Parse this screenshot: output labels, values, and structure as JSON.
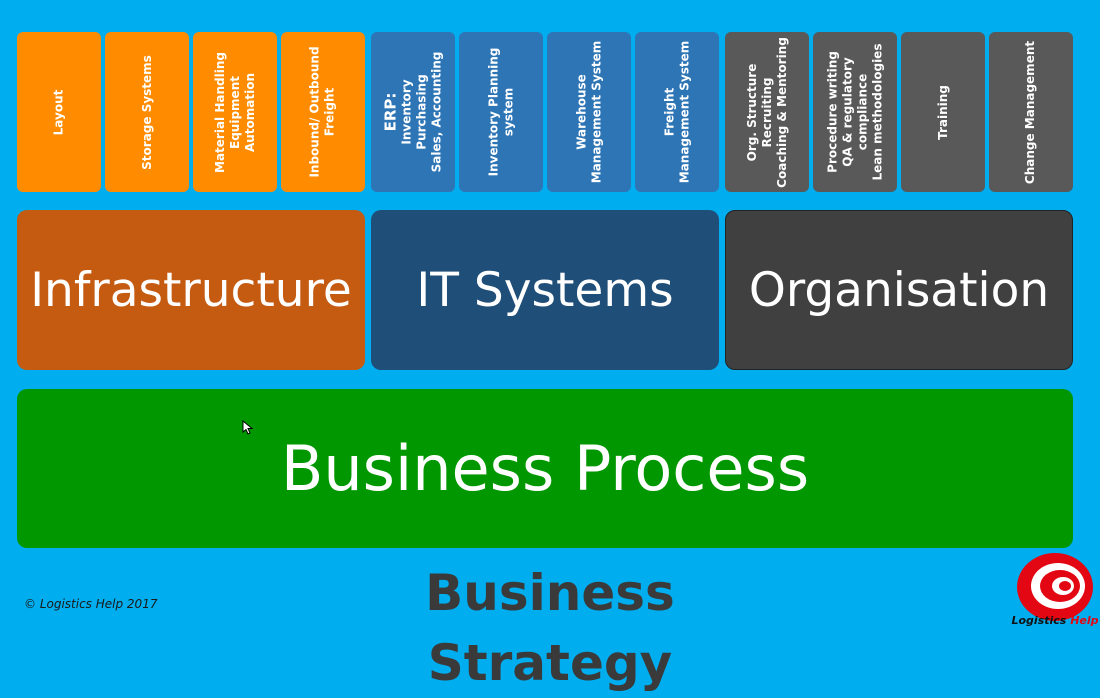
{
  "tiles": [
    {
      "lines": [
        "Layout"
      ]
    },
    {
      "lines": [
        "Storage Systems"
      ]
    },
    {
      "lines": [
        "Material Handling",
        "Equipment",
        "Automation"
      ]
    },
    {
      "lines": [
        "Inbound/ Outbound",
        "Freight"
      ]
    },
    {
      "lines": [
        "ERP:",
        "Inventory",
        "Purchasing",
        "Sales, Accounting"
      ]
    },
    {
      "lines": [
        "Inventory Planning",
        "system"
      ]
    },
    {
      "lines": [
        "Warehouse",
        "Management System"
      ]
    },
    {
      "lines": [
        "Freight",
        "Management System"
      ]
    },
    {
      "lines": [
        "Org. Structure",
        "Recruiting",
        "Coaching & Mentoring"
      ]
    },
    {
      "lines": [
        "Procedure writing",
        "QA & regulatory",
        "compliance",
        "Lean methodologies"
      ]
    },
    {
      "lines": [
        "Training"
      ]
    },
    {
      "lines": [
        "Change Management"
      ]
    }
  ],
  "pillars": {
    "infrastructure": "Infrastructure",
    "it_systems": "IT Systems",
    "organisation": "Organisation"
  },
  "foundation": "Business Process",
  "strategy": "Business Strategy",
  "copyright": "© Logistics Help 2017",
  "logo": {
    "name": "Logistics",
    "accent": "Help",
    "icon": "logo-swirl-icon"
  },
  "colors": {
    "background": "#00adef",
    "infrastructure": "#c55a11",
    "it_systems": "#1f4e79",
    "organisation": "#404040",
    "infra_tiles": "#ff8c00",
    "it_tiles": "#2e75b6",
    "org_tiles": "#595959",
    "business_process": "#019701",
    "logo_red": "#e30613"
  }
}
